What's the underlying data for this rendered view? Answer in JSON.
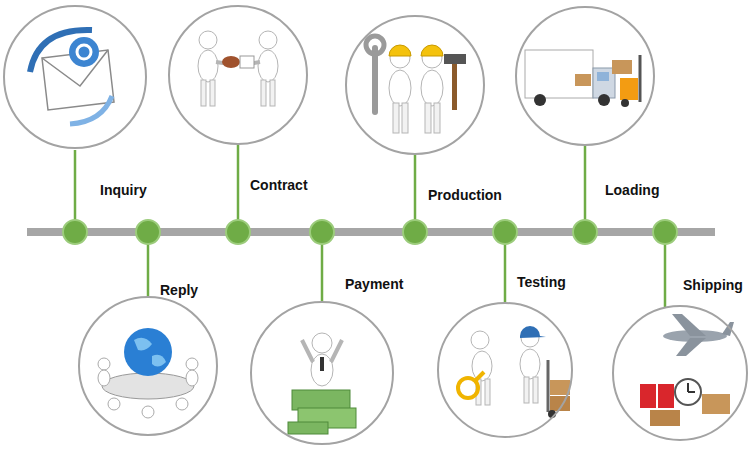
{
  "diagram": {
    "nodes": [
      {
        "text": [
          "Inquiry"
        ]
      },
      {
        "text": [
          "Reply"
        ]
      },
      {
        "text": [
          "Contract"
        ]
      },
      {
        "text": [
          "Payment"
        ]
      },
      {
        "text": [
          "Production"
        ]
      },
      {
        "text": [
          "Testing"
        ]
      },
      {
        "text": [
          "Loading"
        ]
      },
      {
        "text": [
          "Shipping"
        ]
      }
    ]
  }
}
